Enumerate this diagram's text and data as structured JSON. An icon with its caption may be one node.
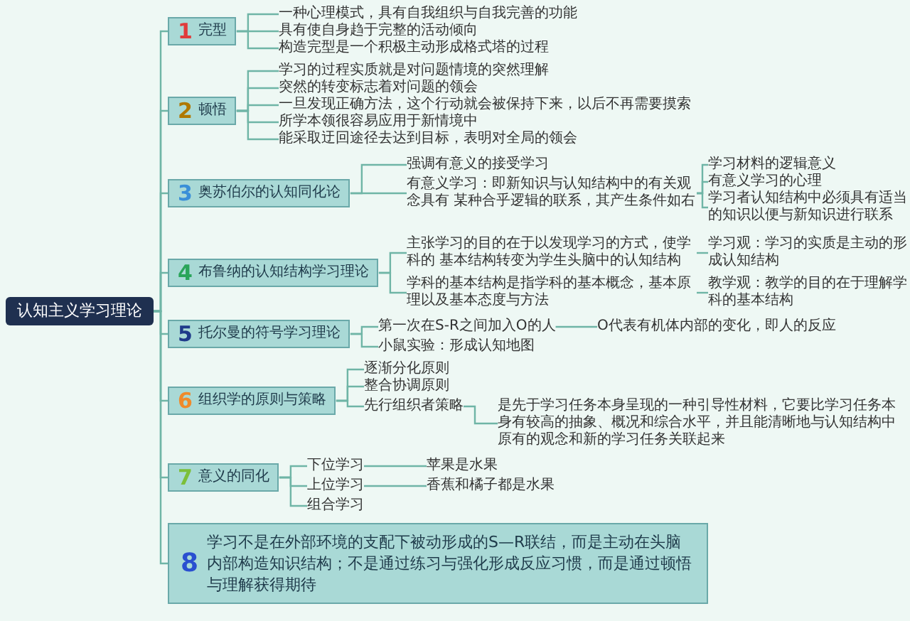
{
  "diagram": {
    "nodes": [
      {
        "text": [
          "认知主义学习理论"
        ]
      },
      {
        "text": [
          "1",
          "完型"
        ]
      },
      {
        "text": [
          "一种心理模式，具有自我组织与自我完善的功能"
        ]
      },
      {
        "text": [
          "具有使自身趋于完整的活动倾向"
        ]
      },
      {
        "text": [
          "构造完型是一个积极主动形成格式塔的过程"
        ]
      },
      {
        "text": [
          "2",
          "顿悟"
        ]
      },
      {
        "text": [
          "学习的过程实质就是对问题情境的突然理解"
        ]
      },
      {
        "text": [
          "突然的转变标志着对问题的领会"
        ]
      },
      {
        "text": [
          "一旦发现正确方法，这个行动就会被保持下来，以后不再需要摸索"
        ]
      },
      {
        "text": [
          "所学本领很容易应用于新情境中"
        ]
      },
      {
        "text": [
          "能采取迂回途径去达到目标，表明对全局的领会"
        ]
      },
      {
        "text": [
          "3",
          "奥苏伯尔的认知同化论"
        ]
      },
      {
        "text": [
          "强调有意义的接受学习"
        ]
      },
      {
        "text": [
          "有意义学习：即新知识与认知结构中的有关观念具有 某种合乎逻辑的联系，其产生条件如右"
        ]
      },
      {
        "text": [
          "学习材料的逻辑意义"
        ]
      },
      {
        "text": [
          "有意义学习的心理"
        ]
      },
      {
        "text": [
          "学习者认知结构中必须具有适当的知识以便与新知识进行联系"
        ]
      },
      {
        "text": [
          "4",
          "布鲁纳的认知结构学习理论"
        ]
      },
      {
        "text": [
          "主张学习的目的在于以发现学习的方式，使学科的 基本结构转变为学生头脑中的认知结构"
        ]
      },
      {
        "text": [
          "学习观：学习的实质是主动的形成认知结构"
        ]
      },
      {
        "text": [
          "学科的基本结构是指学科的基本概念，基本原理以及基本态度与方法"
        ]
      },
      {
        "text": [
          "教学观：教学的目的在于理解学科的基本结构"
        ]
      },
      {
        "text": [
          "5",
          "托尔曼的符号学习理论"
        ]
      },
      {
        "text": [
          "第一次在S-R之间加入O的人"
        ]
      },
      {
        "text": [
          "O代表有机体内部的变化，即人的反应"
        ]
      },
      {
        "text": [
          "小鼠实验：形成认知地图"
        ]
      },
      {
        "text": [
          "6",
          "组织学的原则与策略"
        ]
      },
      {
        "text": [
          "逐渐分化原则"
        ]
      },
      {
        "text": [
          "整合协调原则"
        ]
      },
      {
        "text": [
          "先行组织者策略"
        ]
      },
      {
        "text": [
          "是先于学习任务本身呈现的一种引导性材料，它要比学习任务本身有较高的抽象、概况和综合水平，并且能清晰地与认知结构中原有的观念和新的学习任务关联起来"
        ]
      },
      {
        "text": [
          "7",
          "意义的同化"
        ]
      },
      {
        "text": [
          "下位学习"
        ]
      },
      {
        "text": [
          "苹果是水果"
        ]
      },
      {
        "text": [
          "上位学习"
        ]
      },
      {
        "text": [
          "香蕉和橘子都是水果"
        ]
      },
      {
        "text": [
          "组合学习"
        ]
      },
      {
        "text": [
          "8",
          "学习不是在外部环境的支配下被动形成的S—R联结，而是主动在头脑内部构造知识结构；不是通过练习与强化形成反应习惯，而是通过顿悟与理解获得期待"
        ]
      }
    ],
    "edges": [
      {
        "from": 0,
        "to": 1,
        "arrow": "none"
      },
      {
        "from": 0,
        "to": 5,
        "arrow": "none"
      },
      {
        "from": 0,
        "to": 11,
        "arrow": "none"
      },
      {
        "from": 0,
        "to": 17,
        "arrow": "none"
      },
      {
        "from": 0,
        "to": 22,
        "arrow": "none"
      },
      {
        "from": 0,
        "to": 26,
        "arrow": "none"
      },
      {
        "from": 0,
        "to": 31,
        "arrow": "none"
      },
      {
        "from": 0,
        "to": 37,
        "arrow": "none"
      },
      {
        "from": 1,
        "to": 2,
        "arrow": "none"
      },
      {
        "from": 1,
        "to": 3,
        "arrow": "none"
      },
      {
        "from": 1,
        "to": 4,
        "arrow": "none"
      },
      {
        "from": 5,
        "to": 6,
        "arrow": "none"
      },
      {
        "from": 5,
        "to": 7,
        "arrow": "none"
      },
      {
        "from": 5,
        "to": 8,
        "arrow": "none"
      },
      {
        "from": 5,
        "to": 9,
        "arrow": "none"
      },
      {
        "from": 5,
        "to": 10,
        "arrow": "none"
      },
      {
        "from": 11,
        "to": 12,
        "arrow": "none"
      },
      {
        "from": 11,
        "to": 13,
        "arrow": "none"
      },
      {
        "from": 13,
        "to": 14,
        "arrow": "none"
      },
      {
        "from": 13,
        "to": 15,
        "arrow": "none"
      },
      {
        "from": 13,
        "to": 16,
        "arrow": "none"
      },
      {
        "from": 17,
        "to": 18,
        "arrow": "none"
      },
      {
        "from": 17,
        "to": 20,
        "arrow": "none"
      },
      {
        "from": 18,
        "to": 19,
        "arrow": "none"
      },
      {
        "from": 20,
        "to": 21,
        "arrow": "none"
      },
      {
        "from": 22,
        "to": 23,
        "arrow": "none"
      },
      {
        "from": 22,
        "to": 25,
        "arrow": "none"
      },
      {
        "from": 23,
        "to": 24,
        "arrow": "none"
      },
      {
        "from": 26,
        "to": 27,
        "arrow": "none"
      },
      {
        "from": 26,
        "to": 28,
        "arrow": "none"
      },
      {
        "from": 26,
        "to": 29,
        "arrow": "none"
      },
      {
        "from": 29,
        "to": 30,
        "arrow": "none"
      },
      {
        "from": 31,
        "to": 32,
        "arrow": "none"
      },
      {
        "from": 31,
        "to": 34,
        "arrow": "none"
      },
      {
        "from": 31,
        "to": 36,
        "arrow": "none"
      },
      {
        "from": 32,
        "to": 33,
        "arrow": "none"
      },
      {
        "from": 34,
        "to": 35,
        "arrow": "none"
      }
    ]
  }
}
